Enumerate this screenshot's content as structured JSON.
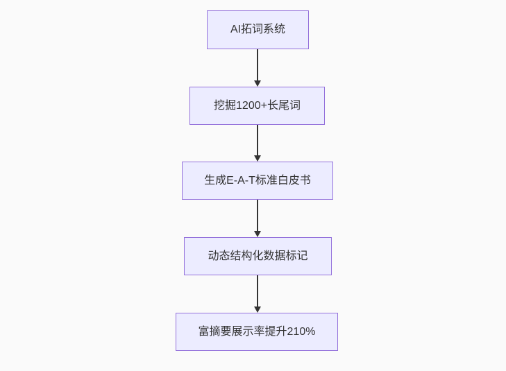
{
  "diagram": {
    "type": "flowchart",
    "direction": "top-down",
    "nodes": [
      {
        "id": "n1",
        "label": "AI拓词系统"
      },
      {
        "id": "n2",
        "label": "挖掘1200+长尾词"
      },
      {
        "id": "n3",
        "label": "生成E-A-T标准白皮书"
      },
      {
        "id": "n4",
        "label": "动态结构化数据标记"
      },
      {
        "id": "n5",
        "label": "富摘要展示率提升210%"
      }
    ],
    "edges": [
      {
        "from": "n1",
        "to": "n2"
      },
      {
        "from": "n2",
        "to": "n3"
      },
      {
        "from": "n3",
        "to": "n4"
      },
      {
        "from": "n4",
        "to": "n5"
      }
    ],
    "colors": {
      "background": "#fafafa",
      "node_fill": "#ECECFF",
      "node_border": "#9370DB",
      "arrow": "#333333",
      "text": "#333333"
    }
  }
}
